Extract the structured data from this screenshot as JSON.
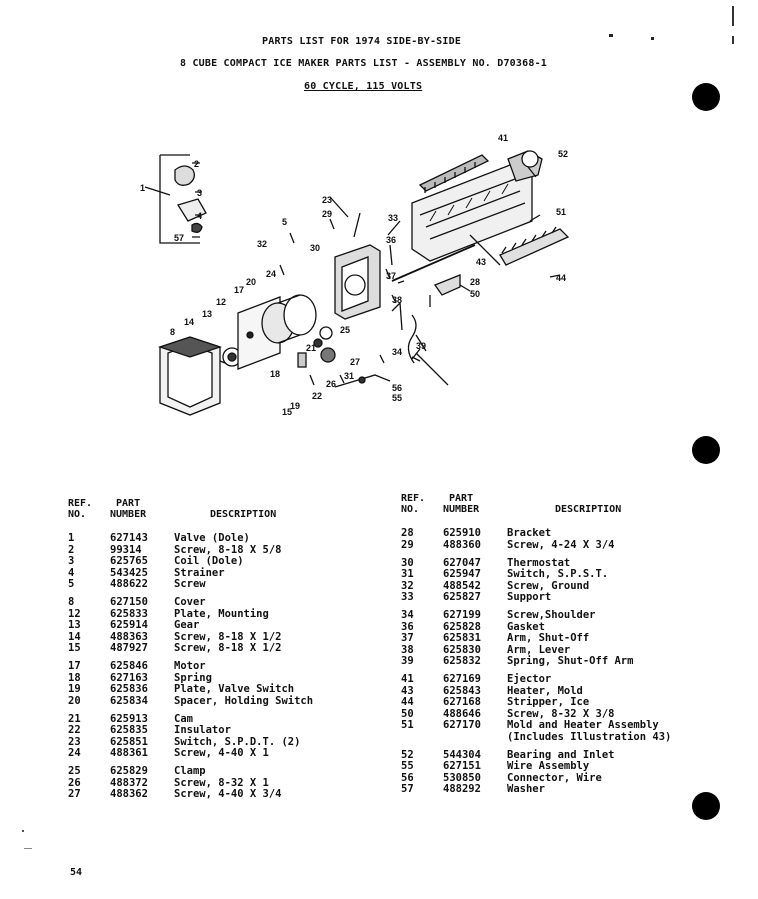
{
  "header": {
    "line1": "PARTS LIST FOR 1974 SIDE-BY-SIDE",
    "line2": "8 CUBE COMPACT ICE MAKER PARTS LIST - ASSEMBLY NO. D70368-1",
    "line3": "60 CYCLE, 115 VOLTS"
  },
  "column_headers": {
    "ref": "REF.\nNO.",
    "part": "PART\nNUMBER",
    "desc": "DESCRIPTION"
  },
  "left_groups": [
    [
      {
        "ref": "1",
        "part": "627143",
        "desc": "Valve (Dole)"
      },
      {
        "ref": "2",
        "part": "99314",
        "desc": "Screw, 8-18 X 5/8"
      },
      {
        "ref": "3",
        "part": "625765",
        "desc": "Coil (Dole)"
      },
      {
        "ref": "4",
        "part": "543425",
        "desc": "Strainer"
      },
      {
        "ref": "5",
        "part": "488622",
        "desc": "Screw"
      }
    ],
    [
      {
        "ref": "8",
        "part": "627150",
        "desc": "Cover"
      },
      {
        "ref": "12",
        "part": "625833",
        "desc": "Plate, Mounting"
      },
      {
        "ref": "13",
        "part": "625914",
        "desc": "Gear"
      },
      {
        "ref": "14",
        "part": "488363",
        "desc": "Screw, 8-18 X 1/2"
      },
      {
        "ref": "15",
        "part": "487927",
        "desc": "Screw, 8-18 X 1/2"
      }
    ],
    [
      {
        "ref": "17",
        "part": "625846",
        "desc": "Motor"
      },
      {
        "ref": "18",
        "part": "627163",
        "desc": "Spring"
      },
      {
        "ref": "19",
        "part": "625836",
        "desc": "Plate, Valve Switch"
      },
      {
        "ref": "20",
        "part": "625834",
        "desc": "Spacer, Holding Switch"
      }
    ],
    [
      {
        "ref": "21",
        "part": "625913",
        "desc": "Cam"
      },
      {
        "ref": "22",
        "part": "625835",
        "desc": "Insulator"
      },
      {
        "ref": "23",
        "part": "625851",
        "desc": "Switch, S.P.D.T. (2)"
      },
      {
        "ref": "24",
        "part": "488361",
        "desc": "Screw, 4-40 X 1"
      }
    ],
    [
      {
        "ref": "25",
        "part": "625829",
        "desc": "Clamp"
      },
      {
        "ref": "26",
        "part": "488372",
        "desc": "Screw, 8-32 X 1"
      },
      {
        "ref": "27",
        "part": "488362",
        "desc": "Screw, 4-40 X 3/4"
      }
    ]
  ],
  "right_groups": [
    [
      {
        "ref": "28",
        "part": "625910",
        "desc": "Bracket"
      },
      {
        "ref": "29",
        "part": "488360",
        "desc": "Screw, 4-24 X 3/4"
      }
    ],
    [
      {
        "ref": "30",
        "part": "627047",
        "desc": "Thermostat"
      },
      {
        "ref": "31",
        "part": "625947",
        "desc": "Switch, S.P.S.T."
      },
      {
        "ref": "32",
        "part": "488542",
        "desc": "Screw, Ground"
      },
      {
        "ref": "33",
        "part": "625827",
        "desc": "Support"
      }
    ],
    [
      {
        "ref": "34",
        "part": "627199",
        "desc": "Screw,Shoulder"
      },
      {
        "ref": "36",
        "part": "625828",
        "desc": "Gasket"
      },
      {
        "ref": "37",
        "part": "625831",
        "desc": "Arm, Shut-Off"
      },
      {
        "ref": "38",
        "part": "625830",
        "desc": "Arm, Lever"
      },
      {
        "ref": "39",
        "part": "625832",
        "desc": "Spring, Shut-Off Arm"
      }
    ],
    [
      {
        "ref": "41",
        "part": "627169",
        "desc": "Ejector"
      },
      {
        "ref": "43",
        "part": "625843",
        "desc": "Heater, Mold"
      },
      {
        "ref": "44",
        "part": "627168",
        "desc": "Stripper, Ice"
      },
      {
        "ref": "50",
        "part": "488646",
        "desc": "Screw, 8-32 X 3/8"
      },
      {
        "ref": "51",
        "part": "627170",
        "desc": "Mold and Heater Assembly"
      },
      {
        "ref": "",
        "part": "",
        "desc": "(Includes Illustration 43)"
      }
    ],
    [
      {
        "ref": "52",
        "part": "544304",
        "desc": "Bearing and Inlet"
      },
      {
        "ref": "55",
        "part": "627151",
        "desc": "Wire Assembly"
      },
      {
        "ref": "56",
        "part": "530850",
        "desc": "Connector, Wire"
      },
      {
        "ref": "57",
        "part": "488292",
        "desc": "Washer"
      }
    ]
  ],
  "diagram_callouts": [
    "1",
    "2",
    "3",
    "4",
    "57",
    "5",
    "8",
    "12",
    "13",
    "14",
    "15",
    "17",
    "18",
    "19",
    "20",
    "21",
    "22",
    "23",
    "24",
    "25",
    "26",
    "27",
    "28",
    "29",
    "30",
    "31",
    "32",
    "33",
    "34",
    "36",
    "37",
    "38",
    "39",
    "41",
    "43",
    "44",
    "50",
    "51",
    "52",
    "55",
    "56"
  ],
  "page_number": "54"
}
